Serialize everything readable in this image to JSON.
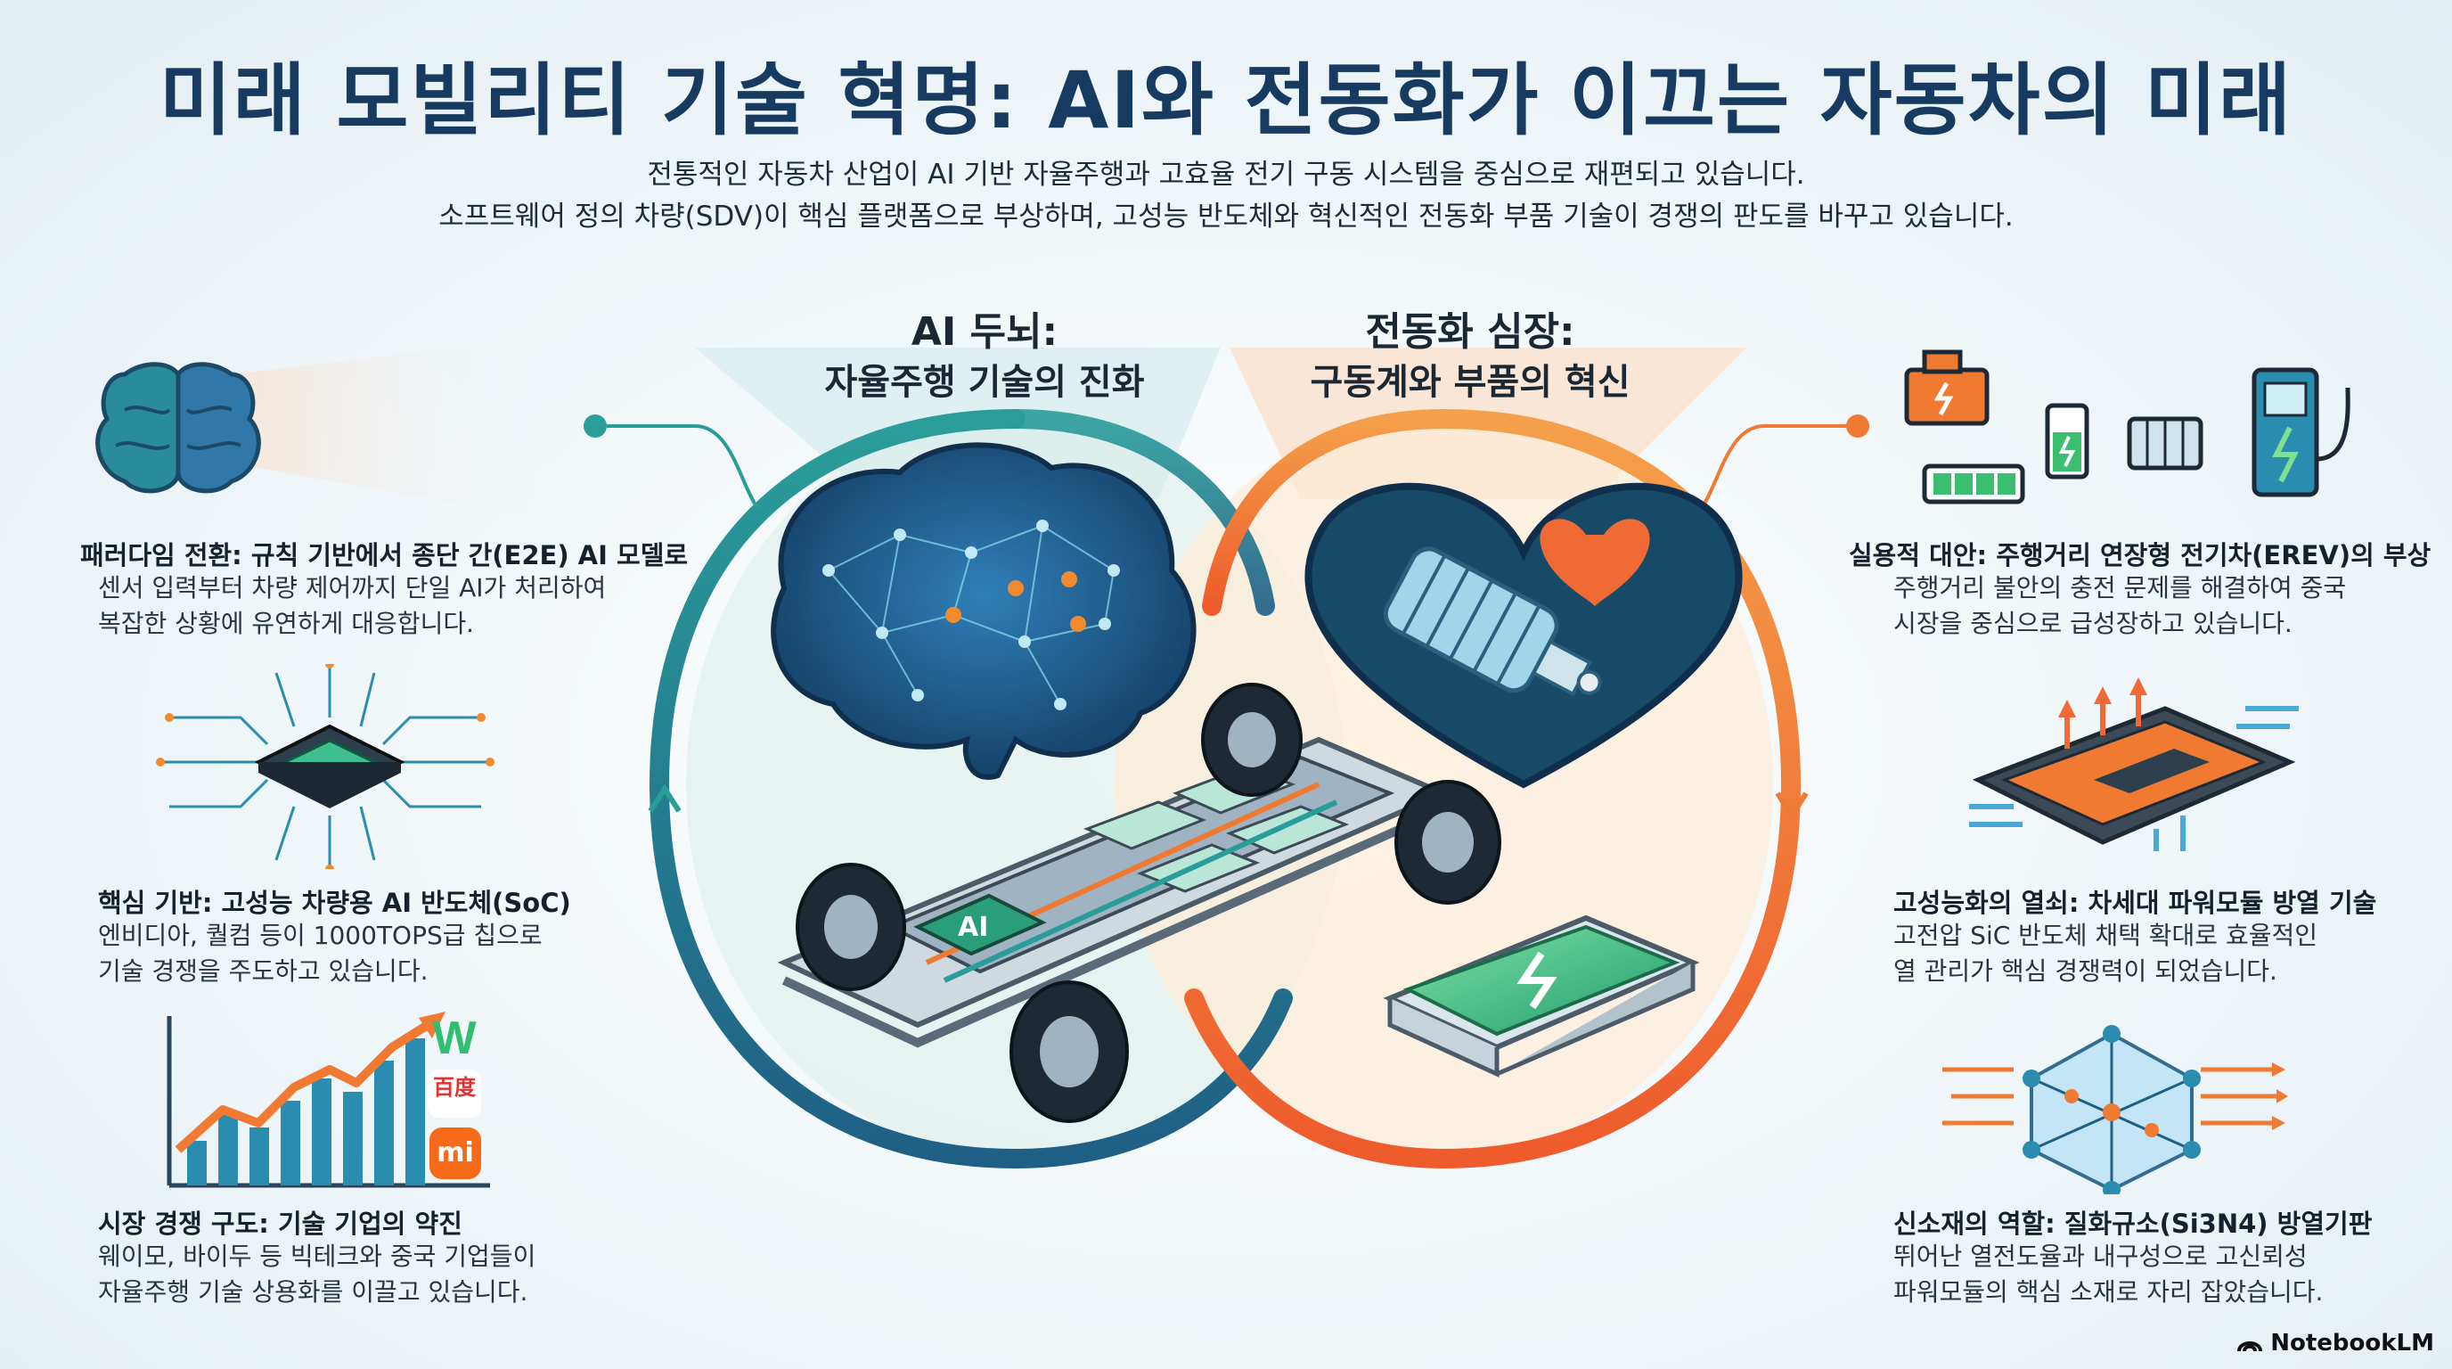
{
  "header": {
    "title": "미래 모빌리티 기술 혁명: AI와 전동화가 이끄는 자동차의 미래",
    "subtitle_line1": "전통적인 자동차 산업이 AI 기반 자율주행과 고효율 전기 구동 시스템을 중심으로 재편되고 있습니다.",
    "subtitle_line2": "소프트웨어 정의 차량(SDV)이 핵심 플랫폼으로 부상하며, 고성능 반도체와 혁신적인 전동화 부품 기술이 경쟁의 판도를 바꾸고 있습니다."
  },
  "center": {
    "ai_heading": "AI 두뇌:",
    "ai_subheading": "자율주행 기술의 진화",
    "ev_heading": "전동화 심장:",
    "ev_subheading": "구동계와 부품의 혁신",
    "chip_label": "AI"
  },
  "left": [
    {
      "title": "패러다임 전환: 규칙 기반에서 종단 간(E2E) AI 모델로",
      "desc1": "센서 입력부터 차량 제어까지 단일 AI가 처리하여",
      "desc2": "복잡한 상황에 유연하게 대응합니다.",
      "icon": "brain-icon"
    },
    {
      "title": "핵심 기반: 고성능 차량용 AI 반도체(SoC)",
      "desc1": "엔비디아, 퀄컴 등이 1000TOPS급 칩으로",
      "desc2": "기술 경쟁을 주도하고 있습니다.",
      "icon": "chip-icon"
    },
    {
      "title": "시장 경쟁 구도: 기술 기업의 약진",
      "desc1": "웨이모, 바이두 등 빅테크와 중국 기업들이",
      "desc2": "자율주행 기술 상용화를 이끌고 있습니다.",
      "icon": "growth-chart-icon"
    }
  ],
  "right": [
    {
      "title": "실용적 대안: 주행거리 연장형 전기차(EREV)의 부상",
      "desc1": "주행거리 불안의 충전 문제를 해결하여 중국",
      "desc2": "시장을 중심으로 급성장하고 있습니다.",
      "icon": "engine-battery-charger-icon"
    },
    {
      "title": "고성능화의 열쇠: 차세대 파워모듈 방열 기술",
      "desc1": "고전압 SiC 반도체 채택 확대로 효율적인",
      "desc2": "열 관리가 핵심 경쟁력이 되었습니다.",
      "icon": "power-module-icon"
    },
    {
      "title": "신소재의 역할: 질화규소(Si3N4) 방열기판",
      "desc1": "뛰어난 열전도율과 내구성으로 고신뢰성",
      "desc2": "파워모듈의 핵심 소재로 자리 잡았습니다.",
      "icon": "crystal-lattice-icon"
    }
  ],
  "logos": {
    "w": "W",
    "mi": "mi",
    "baidu": "百度"
  },
  "watermark": "NotebookLM",
  "colors": {
    "teal": "#1f7a8c",
    "orange": "#f07a32",
    "navy": "#173b60"
  }
}
